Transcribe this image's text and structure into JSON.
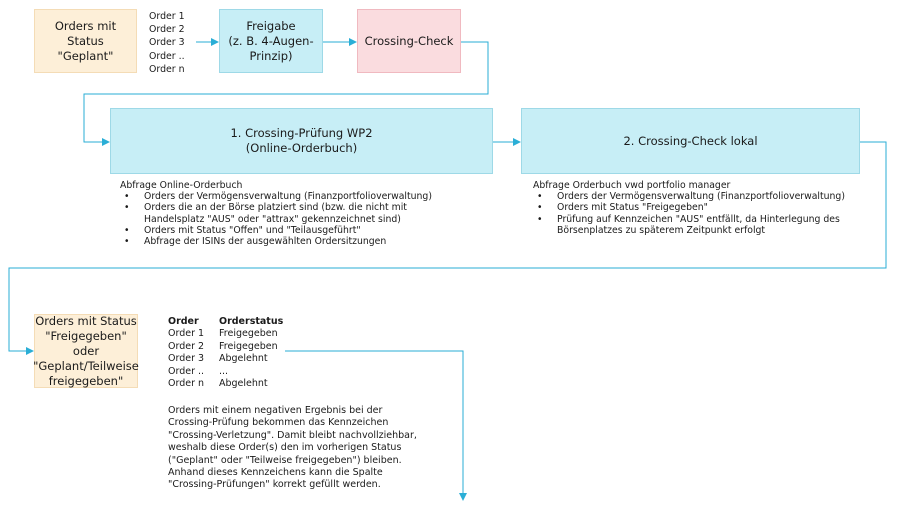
{
  "boxes": {
    "orders_geplant": "Orders mit\nStatus\n\"Geplant\"",
    "freigabe": "Freigabe\n(z. B. 4-Augen-\nPrinzip)",
    "crossing_check": "Crossing-Check",
    "pruefung_wp2": "1. Crossing-Prüfung WP2\n(Online-Orderbuch)",
    "check_lokal": "2. Crossing-Check lokal",
    "orders_freigegeben": "Orders mit Status\n\"Freigegeben\" oder\n\"Geplant/Teilweise\nfreigegeben\""
  },
  "order_list": [
    "Order 1",
    "Order 2",
    "Order 3",
    "Order ..",
    "Order n"
  ],
  "wp2_notes": {
    "title": "Abfrage Online-Orderbuch",
    "items": [
      "Orders der Vermögensverwaltung (Finanzportfolioverwaltung)",
      "Orders die an der Börse platziert sind (bzw. die nicht mit\nHandelsplatz \"AUS\" oder \"attrax\" gekennzeichnet sind)",
      "Orders mit Status \"Offen\" und \"Teilausgeführt\"",
      "Abfrage der ISINs der ausgewählten Ordersitzungen"
    ]
  },
  "local_notes": {
    "title": "Abfrage Orderbuch vwd portfolio manager",
    "items": [
      "Orders der Vermögensverwaltung (Finanzportfolioverwaltung)",
      "Orders mit Status \"Freigegeben\"",
      "Prüfung auf Kennzeichen \"AUS\" entfällt, da Hinterlegung des\nBörsenplatzes zu späterem Zeitpunkt erfolgt"
    ]
  },
  "status_table": {
    "headers": [
      "Order",
      "Orderstatus"
    ],
    "rows": [
      [
        "Order 1",
        "Freigegeben"
      ],
      [
        "Order 2",
        "Freigegeben"
      ],
      [
        "Order 3",
        "Abgelehnt"
      ],
      [
        "Order ..",
        "..."
      ],
      [
        "Order n",
        "Abgelehnt"
      ]
    ]
  },
  "result_note": "Orders mit einem negativen Ergebnis bei der\nCrossing-Prüfung bekommen das Kennzeichen\n\"Crossing-Verletzung\". Damit bleibt nachvollziehbar,\nweshalb diese Order(s) den im vorherigen Status\n(\"Geplant\" oder \"Teilweise freigegeben\") bleiben.\nAnhand dieses Kennzeichens kann die Spalte\n\"Crossing-Prüfungen\" korrekt gefüllt werden.",
  "colors": {
    "connector": "#2aaed6",
    "peach": "#fdefd8",
    "cyan": "#c7eef6",
    "pink": "#fadcdf"
  }
}
